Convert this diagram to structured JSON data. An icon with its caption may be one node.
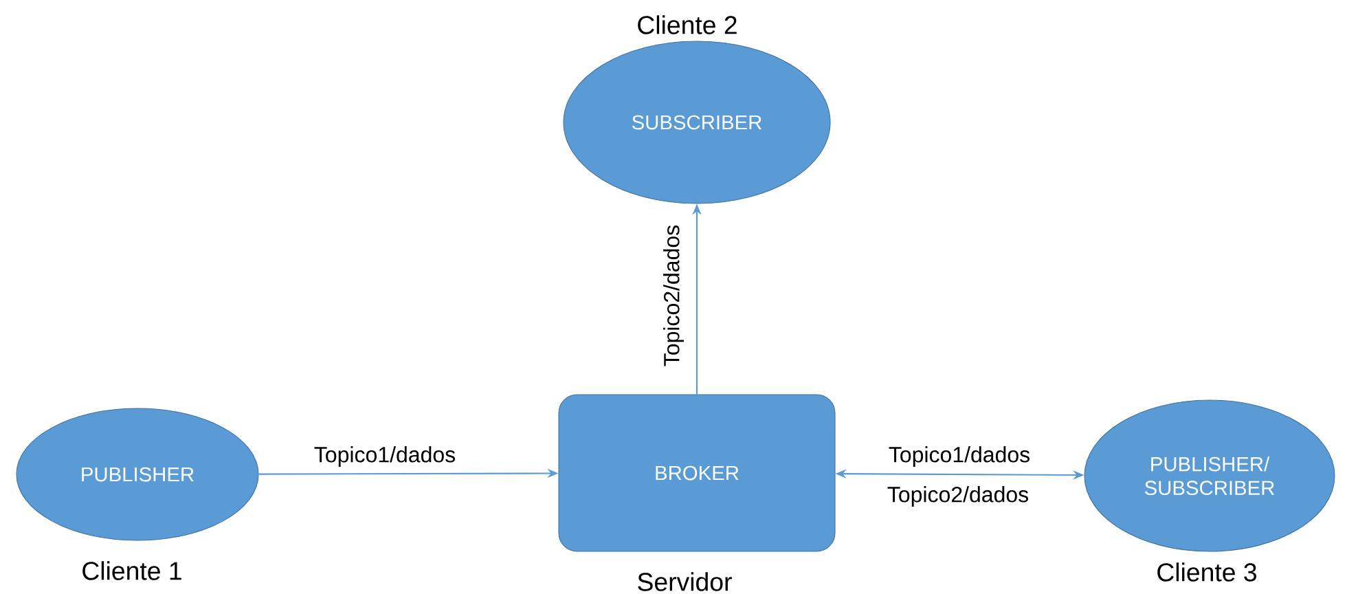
{
  "diagram": {
    "nodes": [
      {
        "text": [
          "PUBLISHER"
        ],
        "beside": [
          "Cliente 1"
        ]
      },
      {
        "text": [
          "SUBSCRIBER"
        ],
        "beside": [
          "Cliente 2"
        ]
      },
      {
        "text": [
          "BROKER"
        ],
        "beside": [
          "Servidor"
        ]
      },
      {
        "text": [
          "PUBLISHER/ SUBSCRIBER"
        ],
        "beside": [
          "Cliente 3"
        ]
      }
    ],
    "edges": [
      {
        "from": 0,
        "to": 2,
        "arrow": "to",
        "label": "Topico1/dados"
      },
      {
        "from": 2,
        "to": 1,
        "arrow": "to",
        "label": "Topico2/dados"
      },
      {
        "from": 2,
        "to": 3,
        "arrow": "both",
        "label": "Topico1/dados"
      }
    ],
    "labels": [
      "Topico2/dados"
    ]
  }
}
